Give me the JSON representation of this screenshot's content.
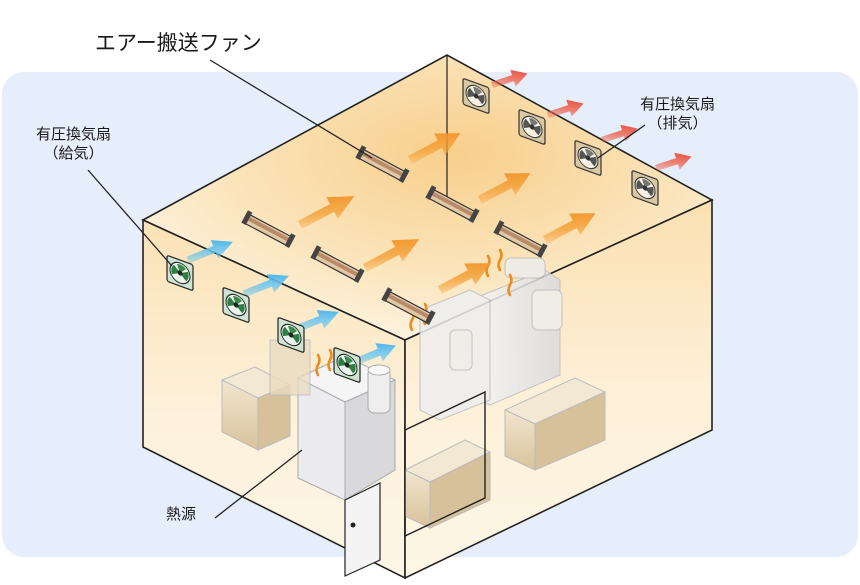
{
  "labels": {
    "air_fan": "エアー搬送ファン",
    "supply_fan": {
      "line1": "有圧換気扇",
      "line2": "（給気）"
    },
    "exhaust_fan": {
      "line1": "有圧換気扇",
      "line2": "（排気）"
    },
    "heat_source": "熱源"
  },
  "colors": {
    "background_panel": "#e6eefb",
    "room_fill": "#fdf6e6",
    "warm_glow": "#f8cf8c",
    "orange_arrow": "#f4a036",
    "red_arrow": "#ec4b3b",
    "blue_arrow": "#42b4ea",
    "equipment": "#eeeeef",
    "box_tan": "#e3d2b0",
    "outline": "#222222",
    "fan_green": "#3a8a4c",
    "fan_tan": "#c8b690"
  }
}
